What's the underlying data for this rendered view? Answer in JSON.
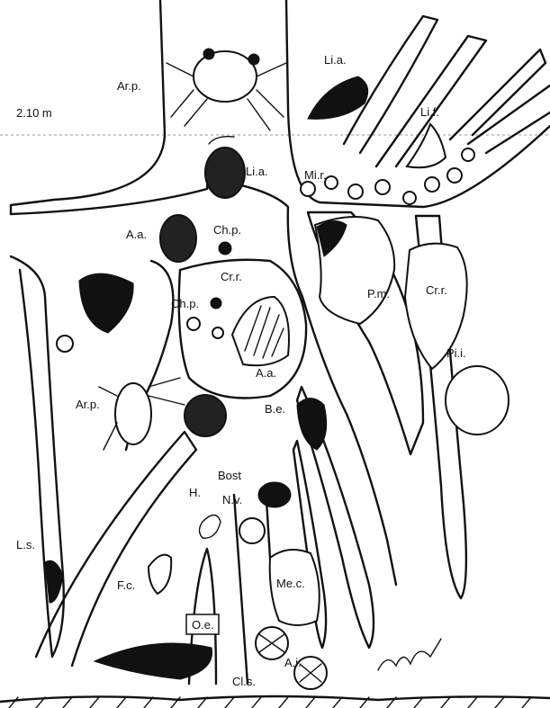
{
  "depth_label": "2.10 m",
  "labels": {
    "ar_p_top": "Ar.p.",
    "li_a_top": "Li.a.",
    "li_f": "Li.f.",
    "li_a_mid": "Li.a.",
    "mi_r": "Mi.r.",
    "a_a_left": "A.a.",
    "ch_p_top": "Ch.p.",
    "cr_r_left": "Cr.r.",
    "ch_p_mid": "Ch.p.",
    "p_m": "P.m.",
    "cr_r_right": "Cr.r.",
    "pi_i": "Pi.i.",
    "a_a_center": "A.a.",
    "ar_p_left": "Ar.p.",
    "b_e": "B.e.",
    "bost": "Bost",
    "h": "H.",
    "n_v": "N.v.",
    "l_s": "L.s.",
    "f_c": "F.c.",
    "me_c": "Me.c.",
    "o_e": "O.e.",
    "a_i": "A.i.",
    "cl_s": "Cl.s."
  },
  "colors": {
    "ink": "#111111",
    "background": "#ffffff",
    "waterline": "#999999"
  }
}
